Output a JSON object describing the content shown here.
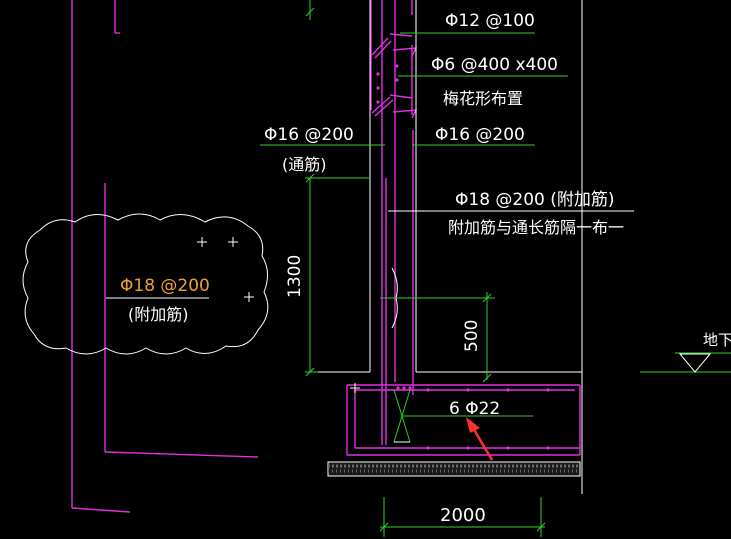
{
  "labels": {
    "stirrup": "Φ12 @100",
    "tie": "Φ6 @400 x400",
    "tie_layout": "梅花形布置",
    "left_bar": "Φ16 @200",
    "left_bar_note": "(通筋)",
    "right_bar": "Φ16 @200",
    "add_bar_right": "Φ18 @200  (附加筋)",
    "add_bar_note": "附加筋与通长筋隔一布一",
    "cloud_bar": "Φ18 @200",
    "cloud_bar_note": "(附加筋)",
    "base_bars": "6 Φ22",
    "dim_1300": "1300",
    "dim_500": "500",
    "dim_2000": "2000",
    "basement_label": "地下室"
  },
  "colors": {
    "rebar": "#e030e0",
    "dimension": "#30d030",
    "text": "#ffffff",
    "highlight_text": "#f0a030",
    "arrow": "#ff3030"
  }
}
